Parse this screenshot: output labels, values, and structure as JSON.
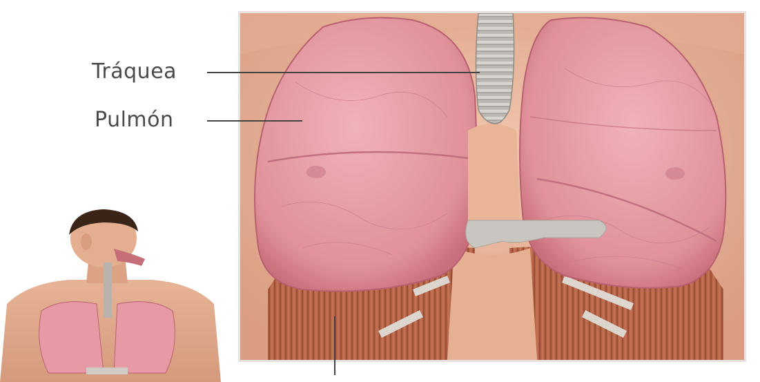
{
  "labels": {
    "trachea": "Tráquea",
    "lung": "Pulmón"
  },
  "colors": {
    "skin": "#e8b59a",
    "lung": "#e8a0a8",
    "lung_shadow": "#c9737f",
    "muscle": "#b5603f",
    "trachea": "#b8b3ae",
    "background": "#ffffff",
    "text": "#4a4a4a"
  },
  "icons": {
    "main_illustration": "anatomy-lungs-illustration",
    "thumbnail": "human-respiratory-system-thumbnail"
  }
}
